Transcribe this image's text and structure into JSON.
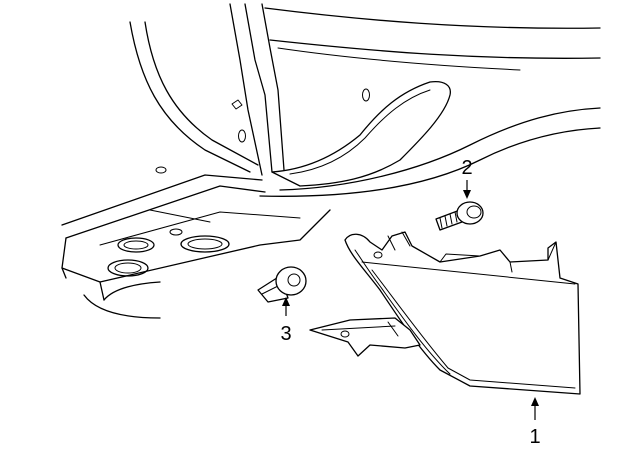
{
  "callouts": [
    {
      "id": "1",
      "label": "1"
    },
    {
      "id": "2",
      "label": "2"
    },
    {
      "id": "3",
      "label": "3"
    }
  ],
  "colors": {
    "line": "#000000",
    "background": "#ffffff"
  }
}
